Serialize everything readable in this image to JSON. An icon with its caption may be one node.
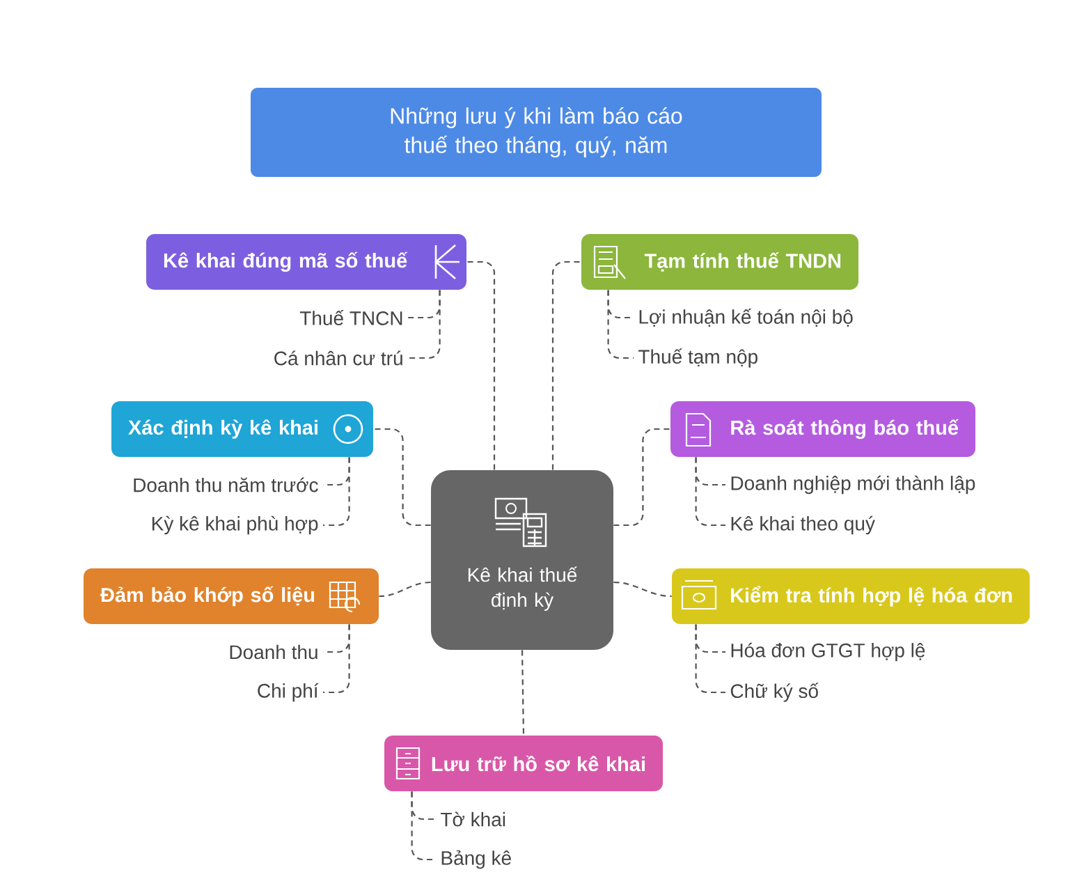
{
  "diagram": {
    "title": "Những lưu ý khi làm báo cáo thuế theo tháng, quý, năm",
    "nodes": [
      {
        "text": [
          "Kê khai thuế định kỳ"
        ]
      },
      {
        "text": [
          "Kê khai đúng mã số thuế"
        ]
      },
      {
        "text": [
          "Tạm tính thuế TNDN"
        ]
      },
      {
        "text": [
          "Xác định kỳ kê khai"
        ]
      },
      {
        "text": [
          "Rà soát thông báo thuế"
        ]
      },
      {
        "text": [
          "Đảm bảo khớp số liệu"
        ]
      },
      {
        "text": [
          "Kiểm tra tính hợp lệ hóa đơn"
        ]
      },
      {
        "text": [
          "Lưu trữ hồ sơ kê khai"
        ]
      },
      {
        "text": [
          "Thuế TNCN"
        ]
      },
      {
        "text": [
          "Cá nhân cư trú"
        ]
      },
      {
        "text": [
          "Lợi nhuận kế toán nội bộ"
        ]
      },
      {
        "text": [
          "Thuế tạm nộp"
        ]
      },
      {
        "text": [
          "Doanh thu năm trước"
        ]
      },
      {
        "text": [
          "Kỳ kê khai phù hợp"
        ]
      },
      {
        "text": [
          "Doanh nghiệp mới thành lập"
        ]
      },
      {
        "text": [
          "Kê khai theo quý"
        ]
      },
      {
        "text": [
          "Doanh thu"
        ]
      },
      {
        "text": [
          "Chi phí"
        ]
      },
      {
        "text": [
          "Hóa đơn GTGT hợp lệ"
        ]
      },
      {
        "text": [
          "Chữ ký số"
        ]
      },
      {
        "text": [
          "Tờ khai"
        ]
      },
      {
        "text": [
          "Bảng kê"
        ]
      }
    ],
    "edges": [
      {
        "from": 0,
        "to": 1,
        "arrow": "none",
        "style": "dashed"
      },
      {
        "from": 0,
        "to": 2,
        "arrow": "none",
        "style": "dashed"
      },
      {
        "from": 0,
        "to": 3,
        "arrow": "none",
        "style": "dashed"
      },
      {
        "from": 0,
        "to": 4,
        "arrow": "none",
        "style": "dashed"
      },
      {
        "from": 0,
        "to": 5,
        "arrow": "none",
        "style": "dashed"
      },
      {
        "from": 0,
        "to": 6,
        "arrow": "none",
        "style": "dashed"
      },
      {
        "from": 0,
        "to": 7,
        "arrow": "none",
        "style": "dashed"
      },
      {
        "from": 1,
        "to": 8,
        "arrow": "none",
        "style": "dashed"
      },
      {
        "from": 1,
        "to": 9,
        "arrow": "none",
        "style": "dashed"
      },
      {
        "from": 2,
        "to": 10,
        "arrow": "none",
        "style": "dashed"
      },
      {
        "from": 2,
        "to": 11,
        "arrow": "none",
        "style": "dashed"
      },
      {
        "from": 3,
        "to": 12,
        "arrow": "none",
        "style": "dashed"
      },
      {
        "from": 3,
        "to": 13,
        "arrow": "none",
        "style": "dashed"
      },
      {
        "from": 4,
        "to": 14,
        "arrow": "none",
        "style": "dashed"
      },
      {
        "from": 4,
        "to": 15,
        "arrow": "none",
        "style": "dashed"
      },
      {
        "from": 5,
        "to": 16,
        "arrow": "none",
        "style": "dashed"
      },
      {
        "from": 5,
        "to": 17,
        "arrow": "none",
        "style": "dashed"
      },
      {
        "from": 6,
        "to": 18,
        "arrow": "none",
        "style": "dashed"
      },
      {
        "from": 6,
        "to": 19,
        "arrow": "none",
        "style": "dashed"
      },
      {
        "from": 7,
        "to": 20,
        "arrow": "none",
        "style": "dashed"
      },
      {
        "from": 7,
        "to": 21,
        "arrow": "none",
        "style": "dashed"
      }
    ]
  }
}
